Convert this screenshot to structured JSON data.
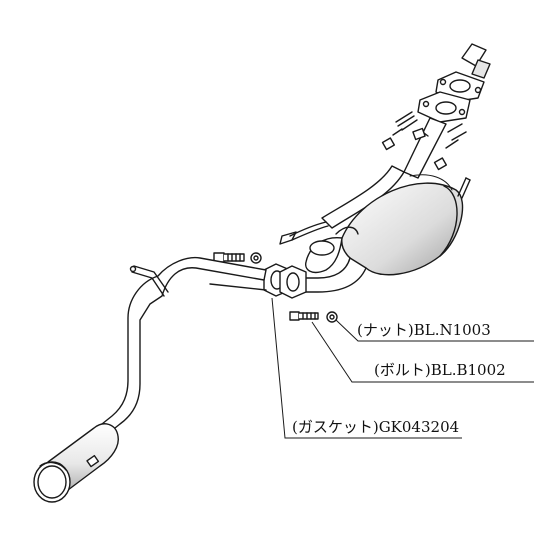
{
  "diagram": {
    "callouts": {
      "nut": "(ナット)BL.N1003",
      "bolt": "(ボルト)BL.B1002",
      "gasket": "(ガスケット)GK043204"
    },
    "colors": {
      "line": "#1a1a1a",
      "pipe_fill": "#ffffff",
      "shade": "#c8c8c8"
    }
  }
}
